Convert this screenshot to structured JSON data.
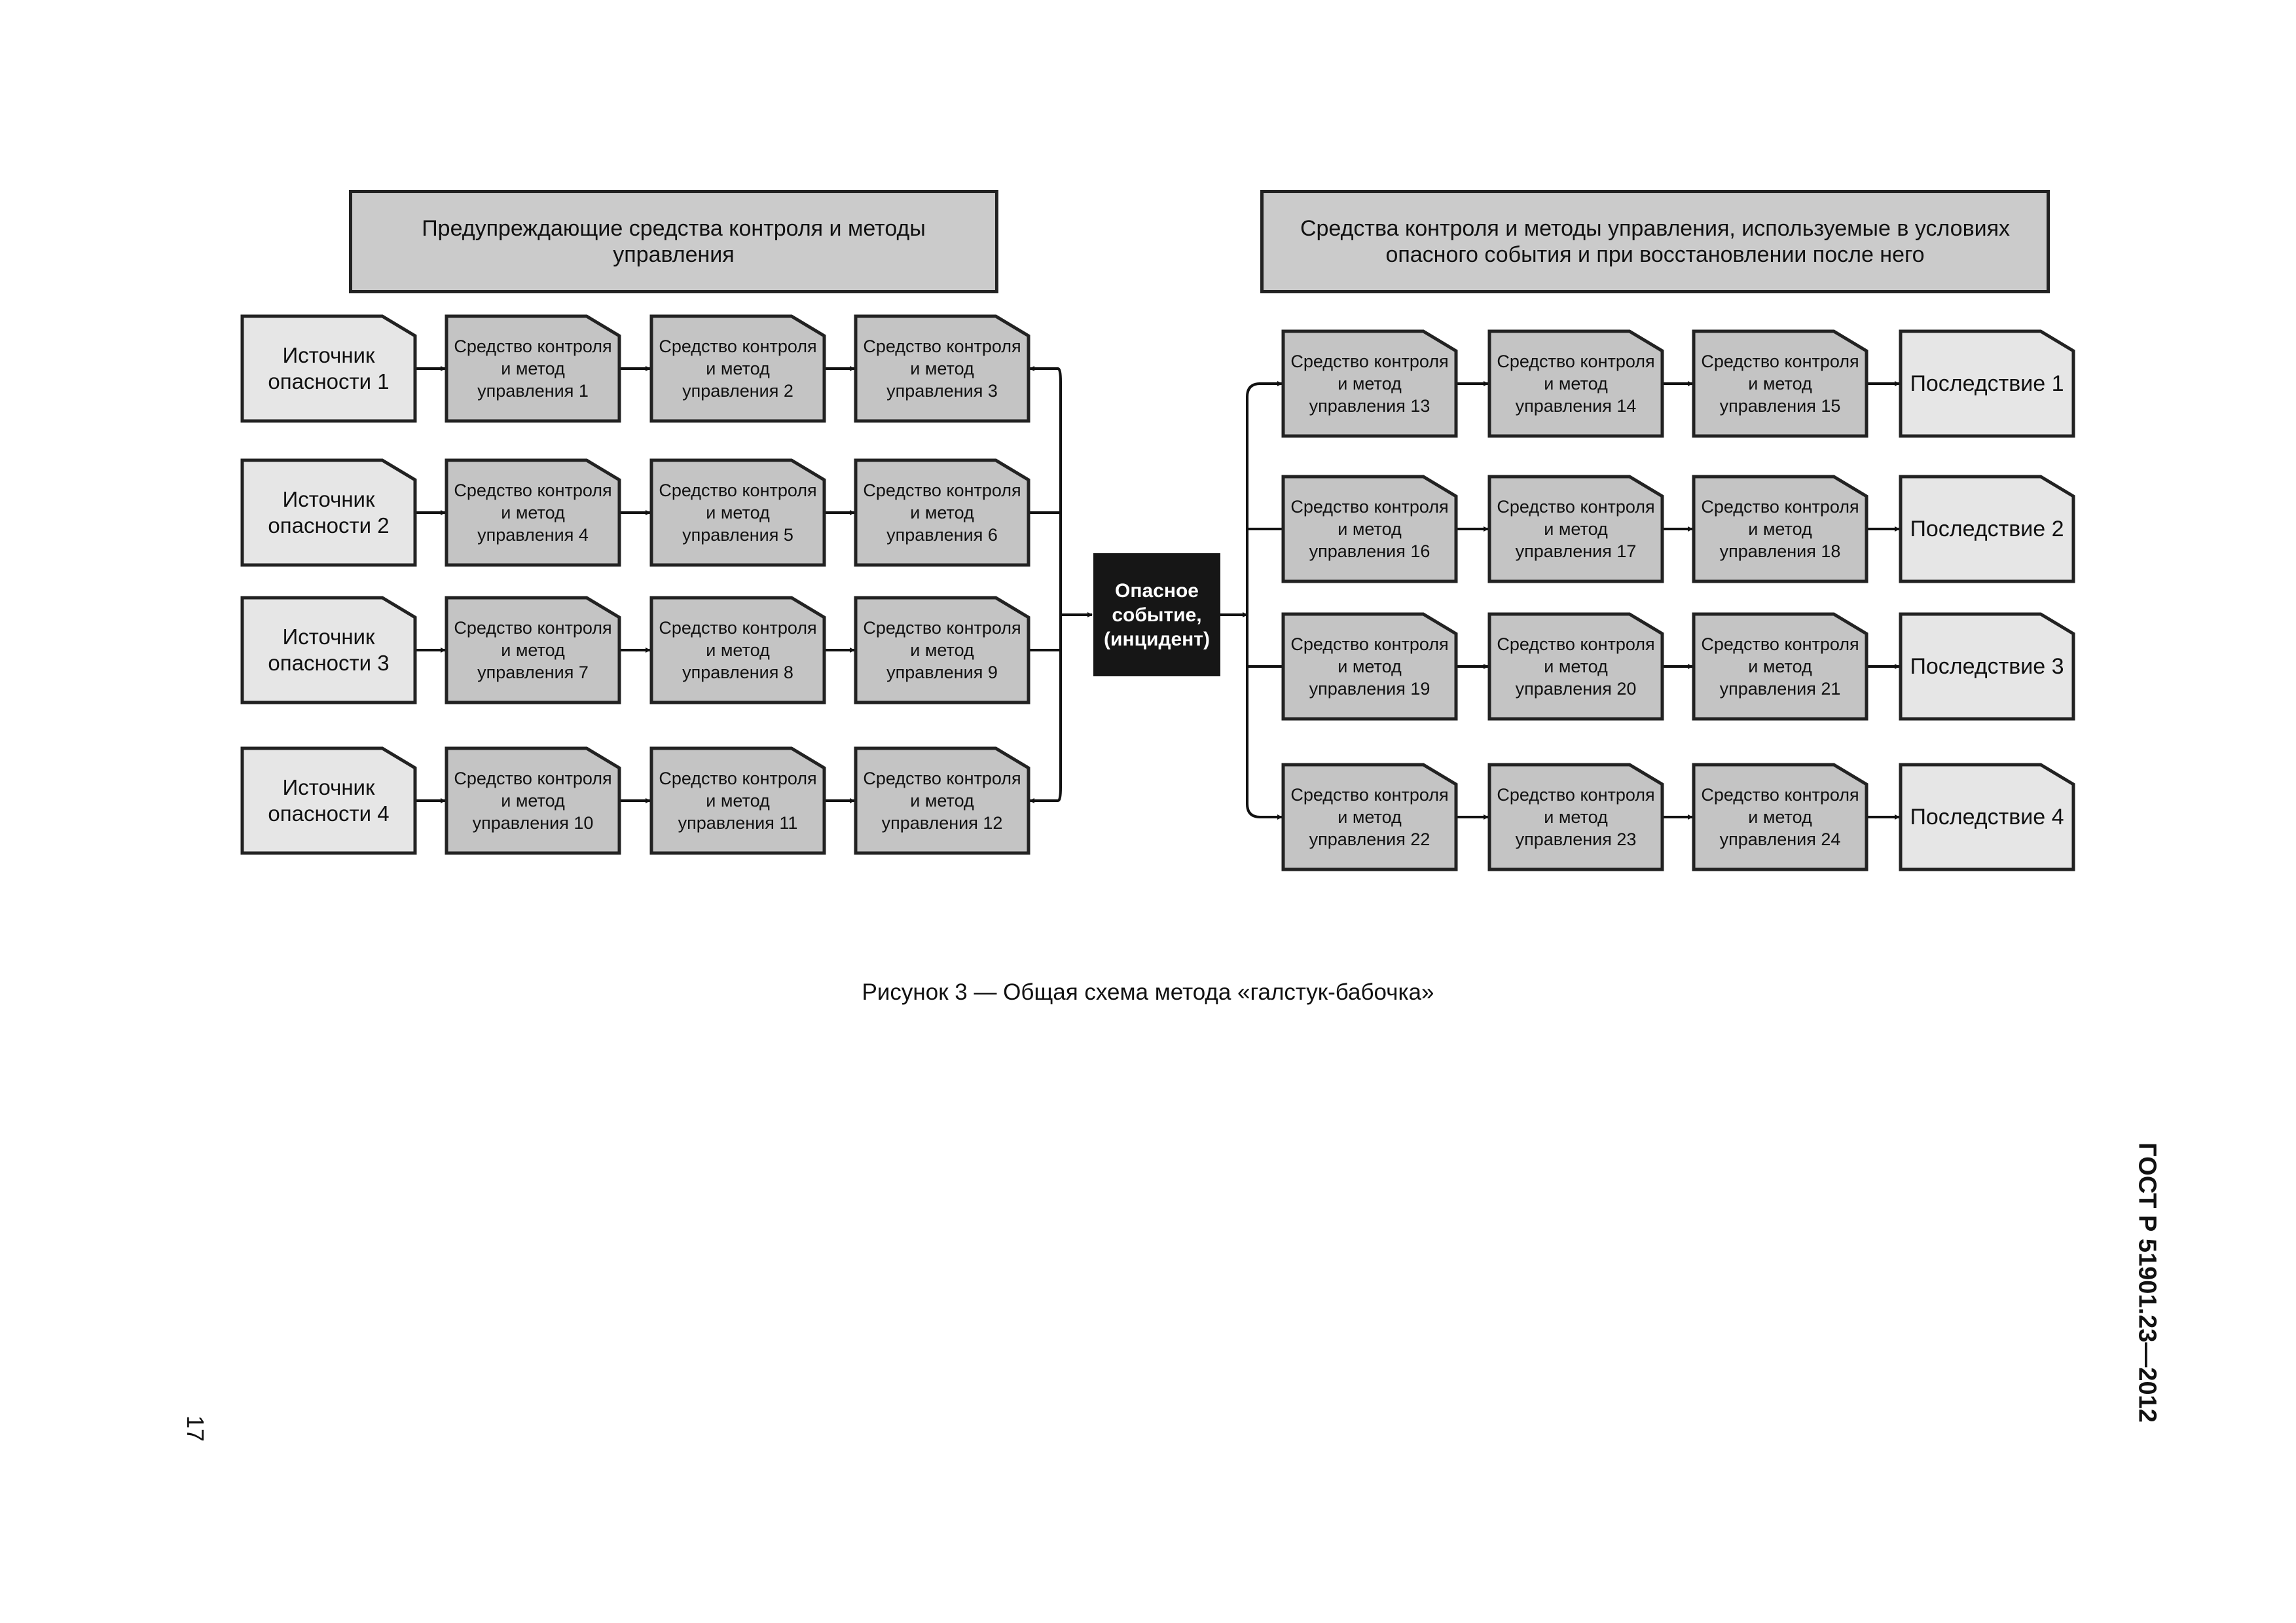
{
  "diagram": {
    "left_header": "Предупреждающие средства контроля и методы управления",
    "right_header": "Средства контроля и методы управления, используемые в условиях опасного события и при восстановлении после него",
    "sources": [
      "Источник опасности 1",
      "Источник опасности 2",
      "Источник опасности 3",
      "Источник опасности 4"
    ],
    "left_controls": [
      [
        "Средство контроля и метод управления 1",
        "Средство контроля и метод управления 2",
        "Средство контроля и метод управления 3"
      ],
      [
        "Средство контроля и метод управления 4",
        "Средство контроля и метод управления 5",
        "Средство контроля и метод управления 6"
      ],
      [
        "Средство контроля и метод управления 7",
        "Средство контроля и метод управления 8",
        "Средство контроля и метод управления 9"
      ],
      [
        "Средство контроля и метод управления 10",
        "Средство контроля и метод управления 11",
        "Средство контроля и метод управления 12"
      ]
    ],
    "event": "Опасное событие, (инцидент)",
    "right_controls": [
      [
        "Средство контроля и метод управления 13",
        "Средство контроля и метод управления 14",
        "Средство контроля и метод управления 15"
      ],
      [
        "Средство контроля и метод управления 16",
        "Средство контроля и метод управления 17",
        "Средство контроля и метод управления 18"
      ],
      [
        "Средство контроля и метод управления 19",
        "Средство контроля и метод управления 20",
        "Средство контроля и метод управления 21"
      ],
      [
        "Средство контроля и метод управления 22",
        "Средство контроля и метод управления 23",
        "Средство контроля и метод управления 24"
      ]
    ],
    "consequences": [
      "Последствие 1",
      "Последствие 2",
      "Последствие 3",
      "Последствие 4"
    ],
    "colors": {
      "source_fill": "#e6e6e6",
      "control_fill": "#c4c4c4",
      "consequence_fill": "#e6e6e6",
      "header_fill": "#cbcbcb",
      "event_fill": "#161616",
      "stroke": "#222222"
    }
  },
  "caption": "Рисунок  3 — Общая схема метода «галстук-бабочка»",
  "standard_code": "ГОСТ Р 51901.23—2012",
  "page_number": "17"
}
